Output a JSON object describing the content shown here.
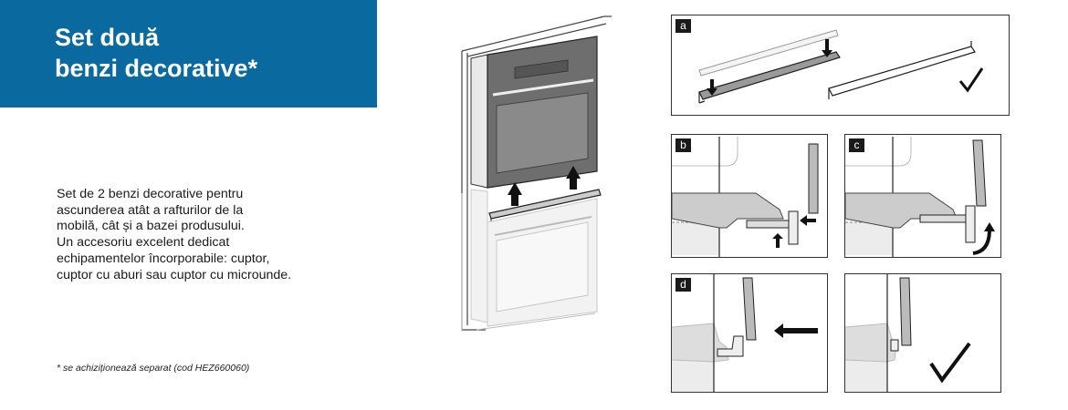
{
  "title": {
    "line1": "Set două",
    "line2": "benzi decorative*"
  },
  "description": {
    "lines": [
      "Set de 2 benzi decorative pentru",
      "ascunderea atât a rafturilor de la",
      "mobilă, cât și a bazei produsului.",
      "Un accesoriu excelent dedicat",
      "echipamentelor încorporabile: cuptor,",
      "cuptor cu aburi sau cuptor cu microunde."
    ]
  },
  "footnote": "* se achiziționează separat (cod HEZ660060)",
  "panels": {
    "a": "a",
    "b": "b",
    "c": "c",
    "d": "d"
  },
  "colors": {
    "title_bg": "#0a6aa0",
    "title_text": "#ffffff",
    "oven_dark": "#6e6e6e",
    "oven_light": "#e6e6e6"
  }
}
